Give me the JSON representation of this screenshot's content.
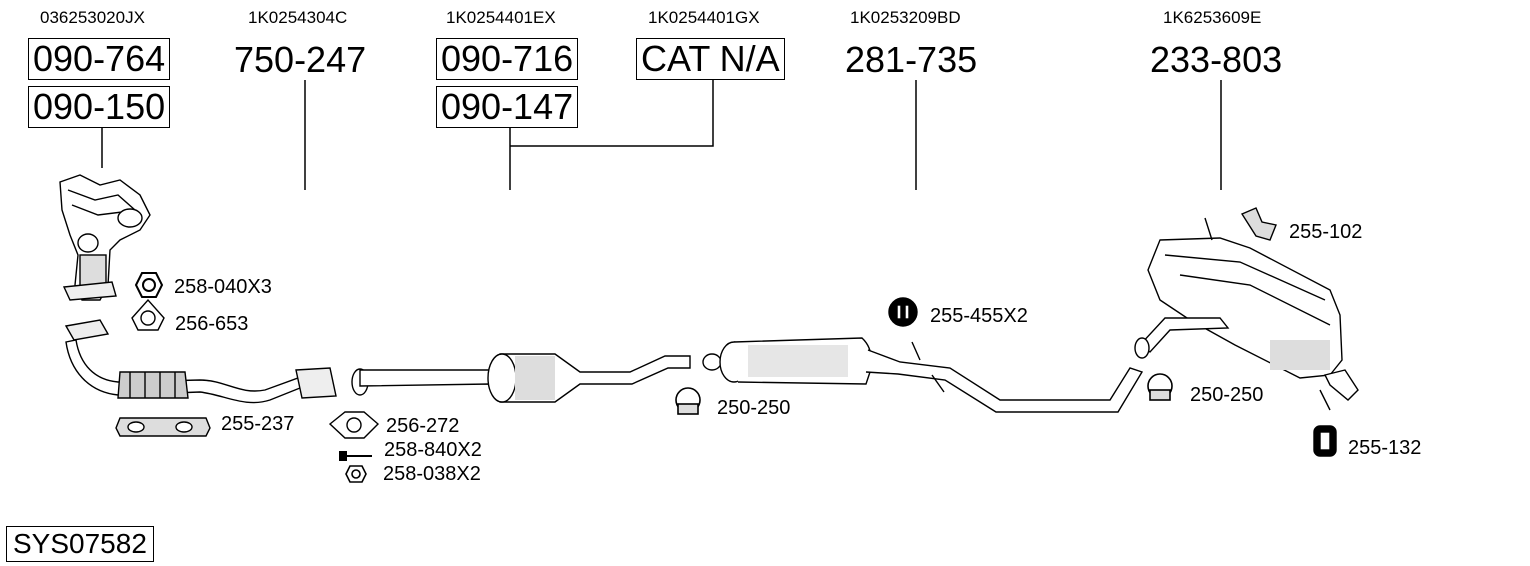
{
  "oem_numbers": [
    "036253020JX",
    "1K0254304C",
    "1K0254401EX",
    "1K0254401GX",
    "1K0253209BD",
    "1K6253609E"
  ],
  "part_numbers": {
    "p1": "090-764",
    "p2": "090-150",
    "p3": "750-247",
    "p4": "090-716",
    "p5": "090-147",
    "p6": "CAT N/A",
    "p7": "281-735",
    "p8": "233-803"
  },
  "accessory_labels": {
    "a1": "258-040X3",
    "a2": "256-653",
    "a3": "255-237",
    "a4": "256-272",
    "a5": "258-840X2",
    "a6": "258-038X2",
    "a7": "250-250",
    "a8": "255-455X2",
    "a9": "255-102",
    "a10": "250-250",
    "a11": "255-132"
  },
  "system_id": "SYS07582"
}
